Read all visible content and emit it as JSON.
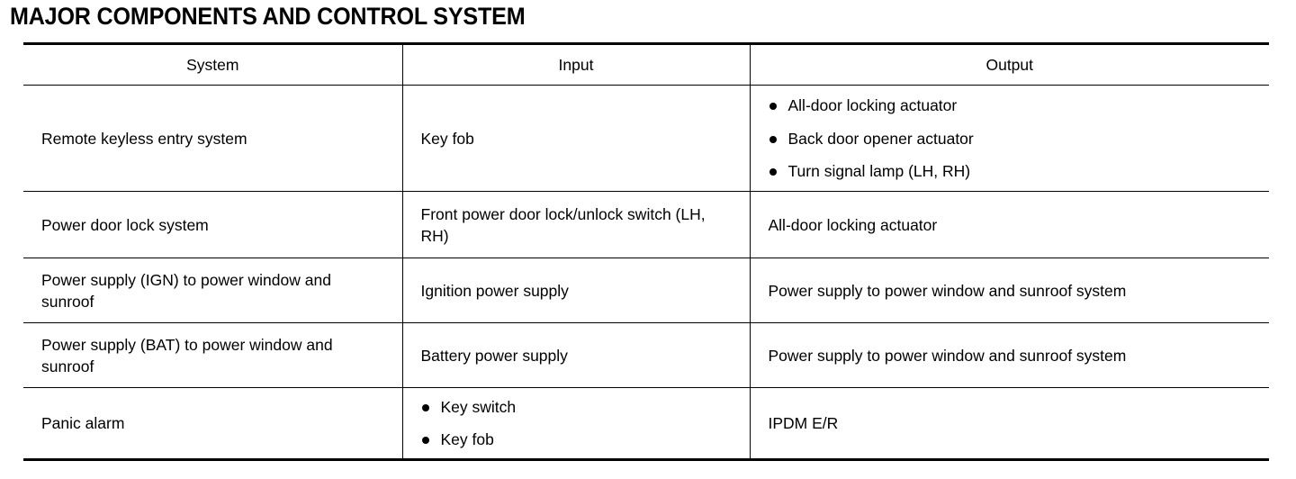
{
  "page": {
    "title": "MAJOR COMPONENTS AND CONTROL SYSTEM"
  },
  "table": {
    "columns": [
      {
        "key": "system",
        "label": "System"
      },
      {
        "key": "input",
        "label": "Input"
      },
      {
        "key": "output",
        "label": "Output"
      }
    ],
    "rows": [
      {
        "system": "Remote keyless entry system",
        "input": "Key fob",
        "output_items": [
          "All-door locking actuator",
          "Back door opener actuator",
          "Turn signal lamp (LH, RH)"
        ]
      },
      {
        "system": "Power door lock system",
        "input": "Front power door lock/unlock switch (LH, RH)",
        "output": "All-door locking actuator"
      },
      {
        "system": "Power supply (IGN) to power window and sunroof",
        "input": "Ignition power supply",
        "output": "Power supply to power window and sunroof system"
      },
      {
        "system": "Power supply (BAT) to power window and sunroof",
        "input": "Battery power supply",
        "output": "Power supply to power window and sunroof system"
      },
      {
        "system": "Panic alarm",
        "input_items": [
          "Key switch",
          "Key fob"
        ],
        "output": "IPDM E/R"
      }
    ]
  },
  "colors": {
    "text": "#000000",
    "rule": "#000000",
    "background": "#ffffff"
  }
}
